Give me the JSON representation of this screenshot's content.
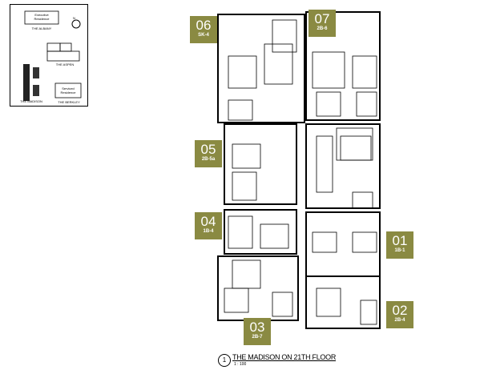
{
  "key_map": {
    "buildings": [
      {
        "name": "THE ALBANY",
        "label": "Executive Residence"
      },
      {
        "name": "THE ASPEN",
        "label": ""
      },
      {
        "name": "THE MADISON",
        "label": ""
      },
      {
        "name": "THE BERKLEY",
        "label": "Serviced Residence"
      }
    ],
    "north_label": "N"
  },
  "units": [
    {
      "number": "06",
      "code": "SK-4"
    },
    {
      "number": "07",
      "code": "2B-6"
    },
    {
      "number": "05",
      "code": "2B-5a"
    },
    {
      "number": "04",
      "code": "1B-4"
    },
    {
      "number": "01",
      "code": "1B-1"
    },
    {
      "number": "02",
      "code": "2B-4"
    },
    {
      "number": "03",
      "code": "2B-7"
    }
  ],
  "drawing": {
    "index": "1",
    "title": "THE MADISON ON 21TH FLOOR",
    "scale": "1 : 100"
  },
  "colors": {
    "tag": "#8a8a42"
  }
}
